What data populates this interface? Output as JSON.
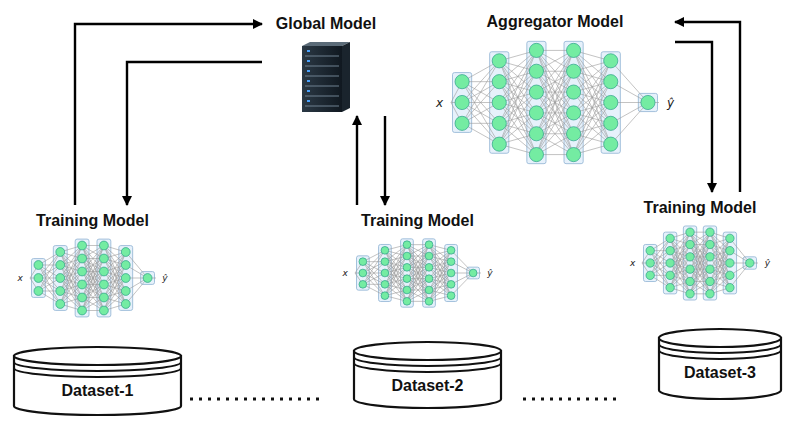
{
  "diagram": {
    "nodes": [
      {
        "text": [
          "Global Model"
        ]
      },
      {
        "text": [
          "Aggregator Model"
        ]
      },
      {
        "text": [
          "Training Model"
        ]
      },
      {
        "text": [
          "Training Model"
        ]
      },
      {
        "text": [
          "Training Model"
        ]
      },
      {
        "text": [
          "Dataset-1"
        ]
      },
      {
        "text": [
          "Dataset-2"
        ]
      },
      {
        "text": [
          "Dataset-3"
        ]
      }
    ],
    "edges": [
      {
        "from": 2,
        "to": 0,
        "arrow": "to"
      },
      {
        "from": 0,
        "to": 2,
        "arrow": "to"
      },
      {
        "from": 3,
        "to": 0,
        "arrow": "to"
      },
      {
        "from": 0,
        "to": 3,
        "arrow": "to"
      },
      {
        "from": 4,
        "to": 1,
        "arrow": "to"
      },
      {
        "from": 1,
        "to": 4,
        "arrow": "to"
      }
    ],
    "labels": [
      "x",
      "ŷ",
      "x",
      "ŷ",
      "x",
      "ŷ",
      "x",
      "ŷ"
    ]
  }
}
